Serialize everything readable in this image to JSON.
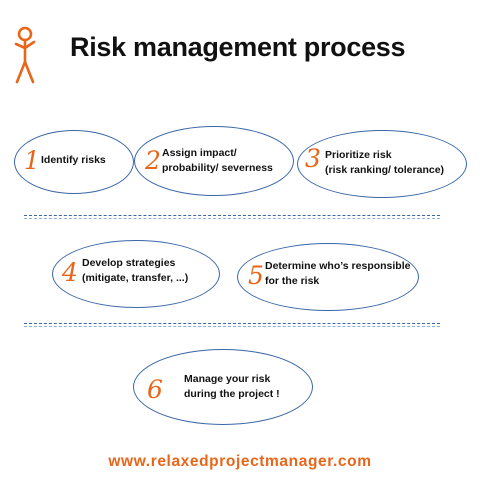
{
  "title": "Risk management process",
  "logo": {
    "icon": "stick-figure-icon",
    "color": "#e8661a"
  },
  "steps": [
    {
      "number": "1",
      "lines": [
        "Identify risks"
      ]
    },
    {
      "number": "2",
      "lines": [
        "Assign impact/",
        "probability/ severness"
      ]
    },
    {
      "number": "3",
      "lines": [
        "Prioritize risk",
        "(risk ranking/ tolerance)"
      ]
    },
    {
      "number": "4",
      "lines": [
        "Develop strategies",
        "(mitigate, transfer, ...)"
      ]
    },
    {
      "number": "5",
      "lines": [
        "Determine who’s responsible",
        "for the risk"
      ]
    },
    {
      "number": "6",
      "lines": [
        "Manage your risk",
        "during the project !"
      ]
    }
  ],
  "website": "www.relaxedprojectmanager.com",
  "colors": {
    "accent": "#e8661a",
    "outline": "#3a67a8",
    "text": "#111111"
  }
}
